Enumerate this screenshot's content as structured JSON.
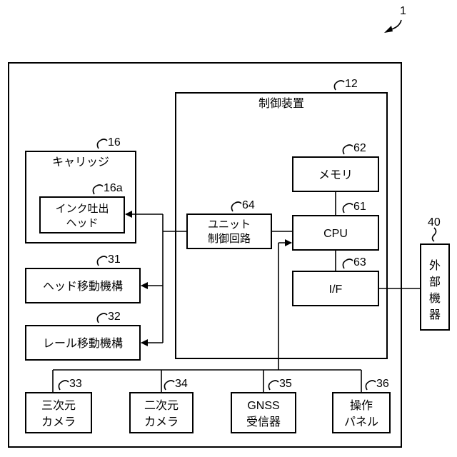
{
  "system_ref": "1",
  "control_device": {
    "ref": "12",
    "label": "制御装置"
  },
  "carriage": {
    "ref": "16",
    "label": "キャリッジ"
  },
  "ink_head": {
    "ref": "16a",
    "line1": "インク吐出",
    "line2": "ヘッド"
  },
  "memory": {
    "ref": "62",
    "label": "メモリ"
  },
  "cpu": {
    "ref": "61",
    "label": "CPU"
  },
  "interface": {
    "ref": "63",
    "label": "I/F"
  },
  "unit_circuit": {
    "ref": "64",
    "line1": "ユニット",
    "line2": "制御回路"
  },
  "head_mechanism": {
    "ref": "31",
    "label": "ヘッド移動機構"
  },
  "rail_mechanism": {
    "ref": "32",
    "label": "レール移動機構"
  },
  "external_device": {
    "ref": "40",
    "chars": [
      "外",
      "部",
      "機",
      "器"
    ]
  },
  "camera_3d": {
    "ref": "33",
    "line1": "三次元",
    "line2": "カメラ"
  },
  "camera_2d": {
    "ref": "34",
    "line1": "二次元",
    "line2": "カメラ"
  },
  "gnss": {
    "ref": "35",
    "line1": "GNSS",
    "line2": "受信器"
  },
  "operation_panel": {
    "ref": "36",
    "line1": "操作",
    "line2": "パネル"
  }
}
